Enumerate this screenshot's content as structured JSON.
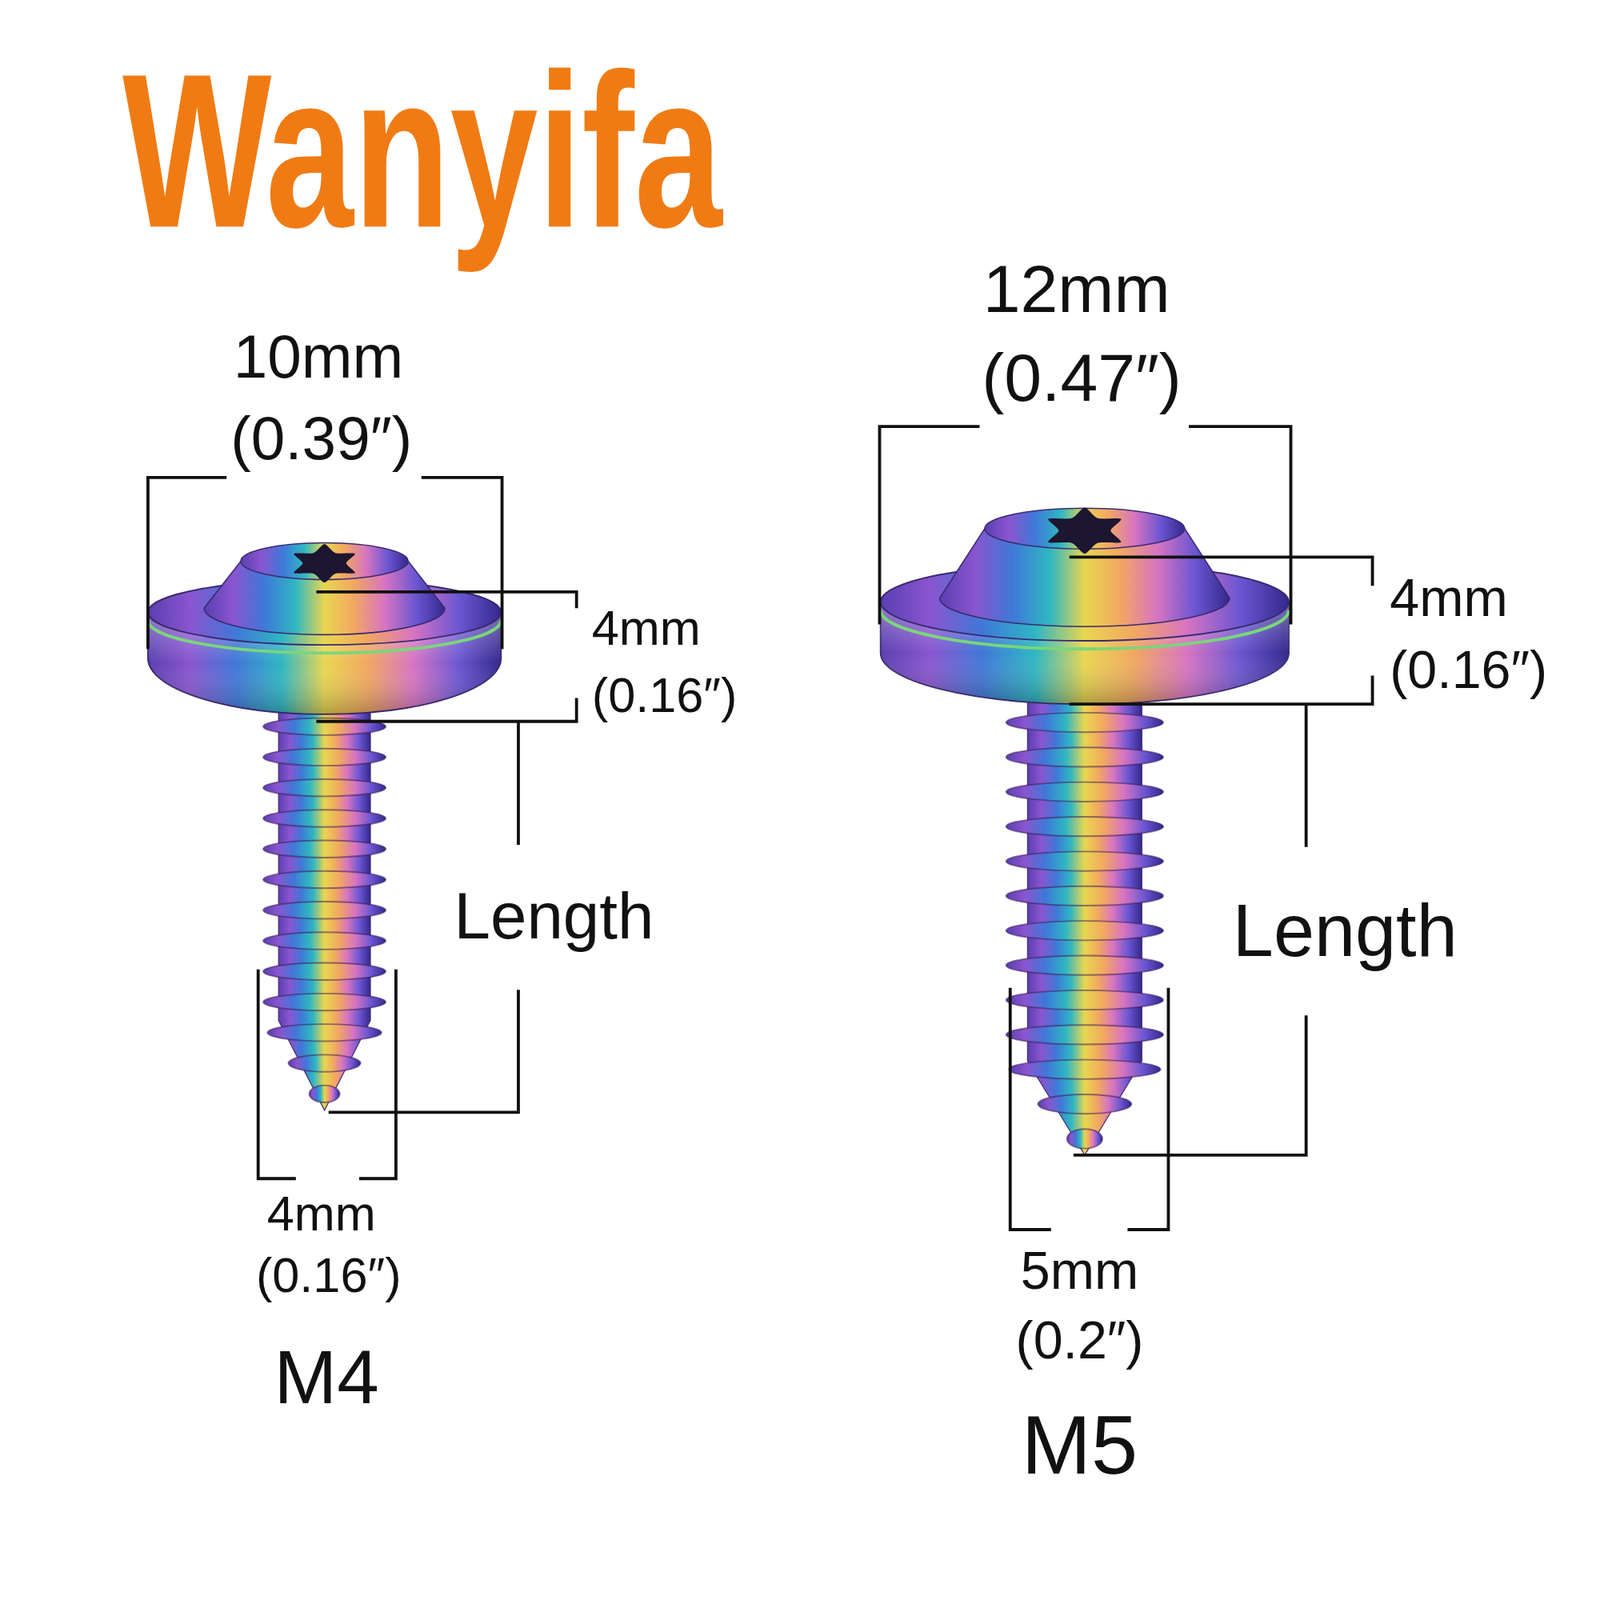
{
  "diagram": {
    "title": "Wanyifa",
    "labels": [
      "10mm",
      "(0.39″)",
      "4mm",
      "(0.16″)",
      "Length",
      "4mm",
      "(0.16″)",
      "M4",
      "12mm",
      "(0.47″)",
      "4mm",
      "(0.16″)",
      "Length",
      "5mm",
      "(0.2″)",
      "M5"
    ]
  }
}
